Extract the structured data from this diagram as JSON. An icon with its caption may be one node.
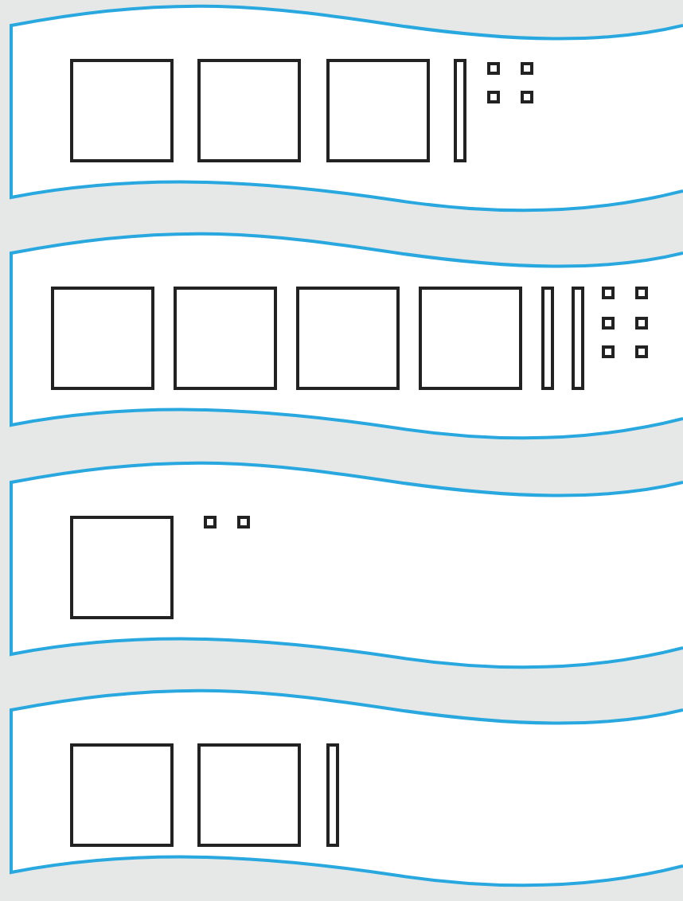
{
  "diagram": {
    "nodes": [
      {
        "text": [],
        "shape": "band"
      },
      {
        "text": [],
        "shape": "box",
        "in": 0
      },
      {
        "text": [],
        "shape": "box",
        "in": 0
      },
      {
        "text": [],
        "shape": "box",
        "in": 0
      },
      {
        "text": [],
        "shape": "bar",
        "in": 0
      },
      {
        "text": [],
        "shape": "box",
        "in": 0
      },
      {
        "text": [],
        "shape": "box",
        "in": 0
      },
      {
        "text": [],
        "shape": "box",
        "in": 0
      },
      {
        "text": [],
        "shape": "box",
        "in": 0
      },
      {
        "text": [],
        "shape": "band"
      },
      {
        "text": [],
        "shape": "box",
        "in": 9
      },
      {
        "text": [],
        "shape": "box",
        "in": 9
      },
      {
        "text": [],
        "shape": "box",
        "in": 9
      },
      {
        "text": [],
        "shape": "box",
        "in": 9
      },
      {
        "text": [],
        "shape": "bar",
        "in": 9
      },
      {
        "text": [],
        "shape": "bar",
        "in": 9
      },
      {
        "text": [],
        "shape": "box",
        "in": 9
      },
      {
        "text": [],
        "shape": "box",
        "in": 9
      },
      {
        "text": [],
        "shape": "box",
        "in": 9
      },
      {
        "text": [],
        "shape": "box",
        "in": 9
      },
      {
        "text": [],
        "shape": "box",
        "in": 9
      },
      {
        "text": [],
        "shape": "box",
        "in": 9
      },
      {
        "text": [],
        "shape": "band"
      },
      {
        "text": [],
        "shape": "box",
        "in": 22
      },
      {
        "text": [],
        "shape": "box",
        "in": 22
      },
      {
        "text": [],
        "shape": "box",
        "in": 22
      },
      {
        "text": [],
        "shape": "band"
      },
      {
        "text": [],
        "shape": "box",
        "in": 26
      },
      {
        "text": [],
        "shape": "box",
        "in": 26
      },
      {
        "text": [],
        "shape": "bar",
        "in": 26
      }
    ]
  }
}
